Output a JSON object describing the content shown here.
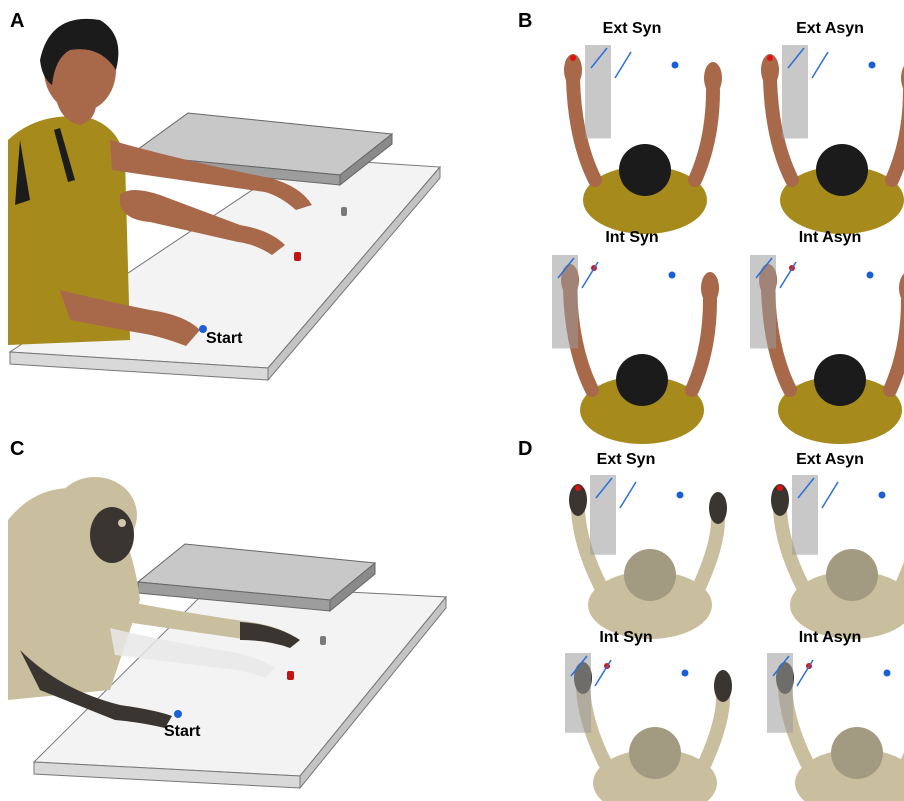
{
  "panels": {
    "A": {
      "letter": "A",
      "start_label": "Start"
    },
    "B": {
      "letter": "B",
      "conditions": [
        "Ext Syn",
        "Ext Asyn",
        "Int Syn",
        "Int Asyn"
      ]
    },
    "C": {
      "letter": "C",
      "start_label": "Start"
    },
    "D": {
      "letter": "D",
      "conditions": [
        "Ext Syn",
        "Ext Asyn",
        "Int Syn",
        "Int Asyn"
      ]
    }
  },
  "colors": {
    "start_dot": "#1a5fd6",
    "target_dot": "#e01010",
    "cue_line": "#2a6fd8",
    "human_shirt": "#a68a1c",
    "human_skin": "#a8684a",
    "monkey_fur": "#c9bf9e",
    "monkey_hand": "#3a3530",
    "table": "#f2f2f2",
    "plate": "#bdbdbd"
  },
  "icons": [
    "human-figure",
    "monkey-figure",
    "table-board",
    "elevated-plate",
    "start-button",
    "target-cylinder"
  ]
}
